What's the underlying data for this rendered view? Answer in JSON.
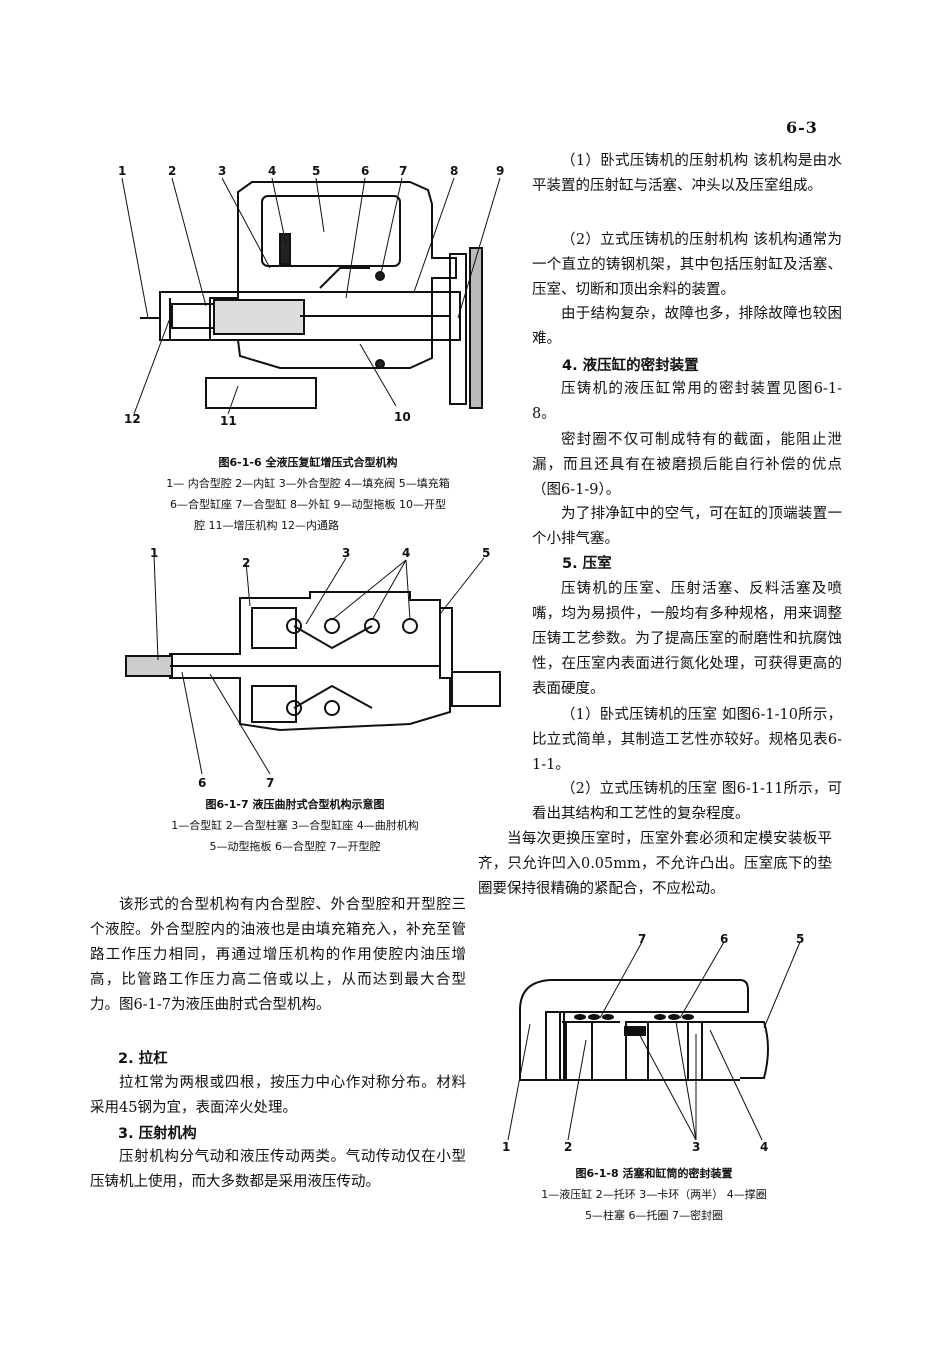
{
  "page_number": "6-3",
  "fig616": {
    "numbers": [
      "1",
      "2",
      "3",
      "4",
      "5",
      "6",
      "7",
      "8",
      "9",
      "10",
      "11",
      "12"
    ],
    "title": "图6-1-6  全液压复缸增压式合型机构",
    "legend": [
      "1— 内合型腔  2—内缸  3—外合型腔  4—填充阀  5—填充箱",
      "6—合型缸座  7—合型缸  8—外缸  9—动型拖板  10—开型",
      "腔  11—增压机构  12—内通路"
    ]
  },
  "fig617": {
    "numbers": [
      "1",
      "2",
      "3",
      "4",
      "5",
      "6",
      "7"
    ],
    "title": "图6-1-7  液压曲肘式合型机构示意图",
    "legend": [
      "1—合型缸  2—合型柱塞  3—合型缸座  4—曲肘机构",
      "5—动型拖板  6—合型腔  7—开型腔"
    ]
  },
  "fig618": {
    "numbers": [
      "7",
      "6",
      "5",
      "1",
      "2",
      "3",
      "4"
    ],
    "title": "图6-1-8  活塞和缸筒的密封装置",
    "legend": [
      "1—液压缸  2—托环  3—卡环（两半）  4—撑圈",
      "5—柱塞  6—托圈  7—密封圈"
    ]
  },
  "left_text": {
    "p1": "该形式的合型机构有内合型腔、外合型腔和开型腔三个液腔。外合型腔内的油液也是由填充箱充入，补充至管路工作压力相同，再通过增压机构的作用使腔内油压增高，比管路工作压力高二倍或以上，从而达到最大合型力。图6-1-7为液压曲肘式合型机构。",
    "h2": "2. 拉杠",
    "p2": "拉杠常为两根或四根，按压力中心作对称分布。材料采用45钢为宜，表面淬火处理。",
    "h3": "3. 压射机构",
    "p3": "压射机构分气动和液压传动两类。气动传动仅在小型压铸机上使用，而大多数都是采用液压传动。"
  },
  "right_text": {
    "p1": "（1）卧式压铸机的压射机构  该机构是由水平装置的压射缸与活塞、冲头以及压室组成。",
    "p2": "（2）立式压铸机的压射机构  该机构通常为一个直立的铸钢机架，其中包括压射缸及活塞、压室、切断和顶出余料的装置。",
    "p3": "由于结构复杂，故障也多，排除故障也较困难。",
    "h4": "4. 液压缸的密封装置",
    "p4": "压铸机的液压缸常用的密封装置见图6-1-8。",
    "p5": "密封圈不仅可制成特有的截面，能阻止泄漏，而且还具有在被磨损后能自行补偿的优点（图6-1-9）。",
    "p6": "为了排净缸中的空气，可在缸的顶端装置一个小排气塞。",
    "h5": "5. 压室",
    "p7": "压铸机的压室、压射活塞、反料活塞及喷嘴，均为易损件，一般均有多种规格，用来调整压铸工艺参数。为了提高压室的耐磨性和抗腐蚀性，在压室内表面进行氮化处理，可获得更高的表面硬度。",
    "p8": "（1）卧式压铸机的压室  如图6-1-10所示，比立式简单，其制造工艺性亦较好。规格见表6-1-1。",
    "p9": "（2）立式压铸机的压室  图6-1-11所示，可看出其结构和工艺性的复杂程度。",
    "p10": "当每次更换压室时，压室外套必须和定模安装板平齐，只允许凹入0.05mm，不允许凸出。压室底下的垫圈要保持很精确的紧配合，不应松动。"
  }
}
